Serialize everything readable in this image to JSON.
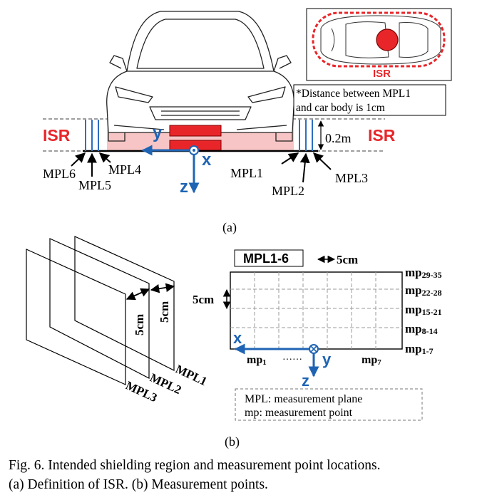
{
  "panel_a": {
    "isr_left": "ISR",
    "isr_right": "ISR",
    "inset_isr": "ISR",
    "axis_y": "y",
    "axis_x": "x",
    "axis_z": "z",
    "height_label": "0.2m",
    "note_line1": "*Distance between MPL1",
    "note_line2": "and car body is 1cm",
    "mpl_labels": [
      "MPL6",
      "MPL5",
      "MPL4",
      "MPL1",
      "MPL2",
      "MPL3"
    ],
    "label": "(a)"
  },
  "panel_b": {
    "left": {
      "spacing_1": "5cm",
      "spacing_2": "5cm",
      "planes": [
        "MPL1",
        "MPL2",
        "MPL3"
      ]
    },
    "right": {
      "title": "MPL1-6",
      "h_spacing": "5cm",
      "v_spacing": "5cm",
      "row_labels": [
        {
          "base": "mp",
          "sub": "29-35"
        },
        {
          "base": "mp",
          "sub": "22-28"
        },
        {
          "base": "mp",
          "sub": "15-21"
        },
        {
          "base": "mp",
          "sub": "8-14"
        },
        {
          "base": "mp",
          "sub": "1-7"
        }
      ],
      "bottom_mp1": {
        "base": "mp",
        "sub": "1"
      },
      "bottom_dots": "……",
      "bottom_mp7": {
        "base": "mp",
        "sub": "7"
      },
      "axis_x": "x",
      "axis_y": "y",
      "axis_z": "z",
      "legend_line1": "MPL: measurement plane",
      "legend_line2": "mp: measurement point"
    },
    "label": "(b)"
  },
  "caption": {
    "line1": "Fig. 6. Intended shielding region and measurement point locations.",
    "line2": "(a) Definition of ISR. (b) Measurement points."
  },
  "colors": {
    "isr_red": "#e8262a",
    "axis_blue": "#1f64b4",
    "isr_fill": "#f7c5c5",
    "line_blue": "#2c6fc0"
  }
}
